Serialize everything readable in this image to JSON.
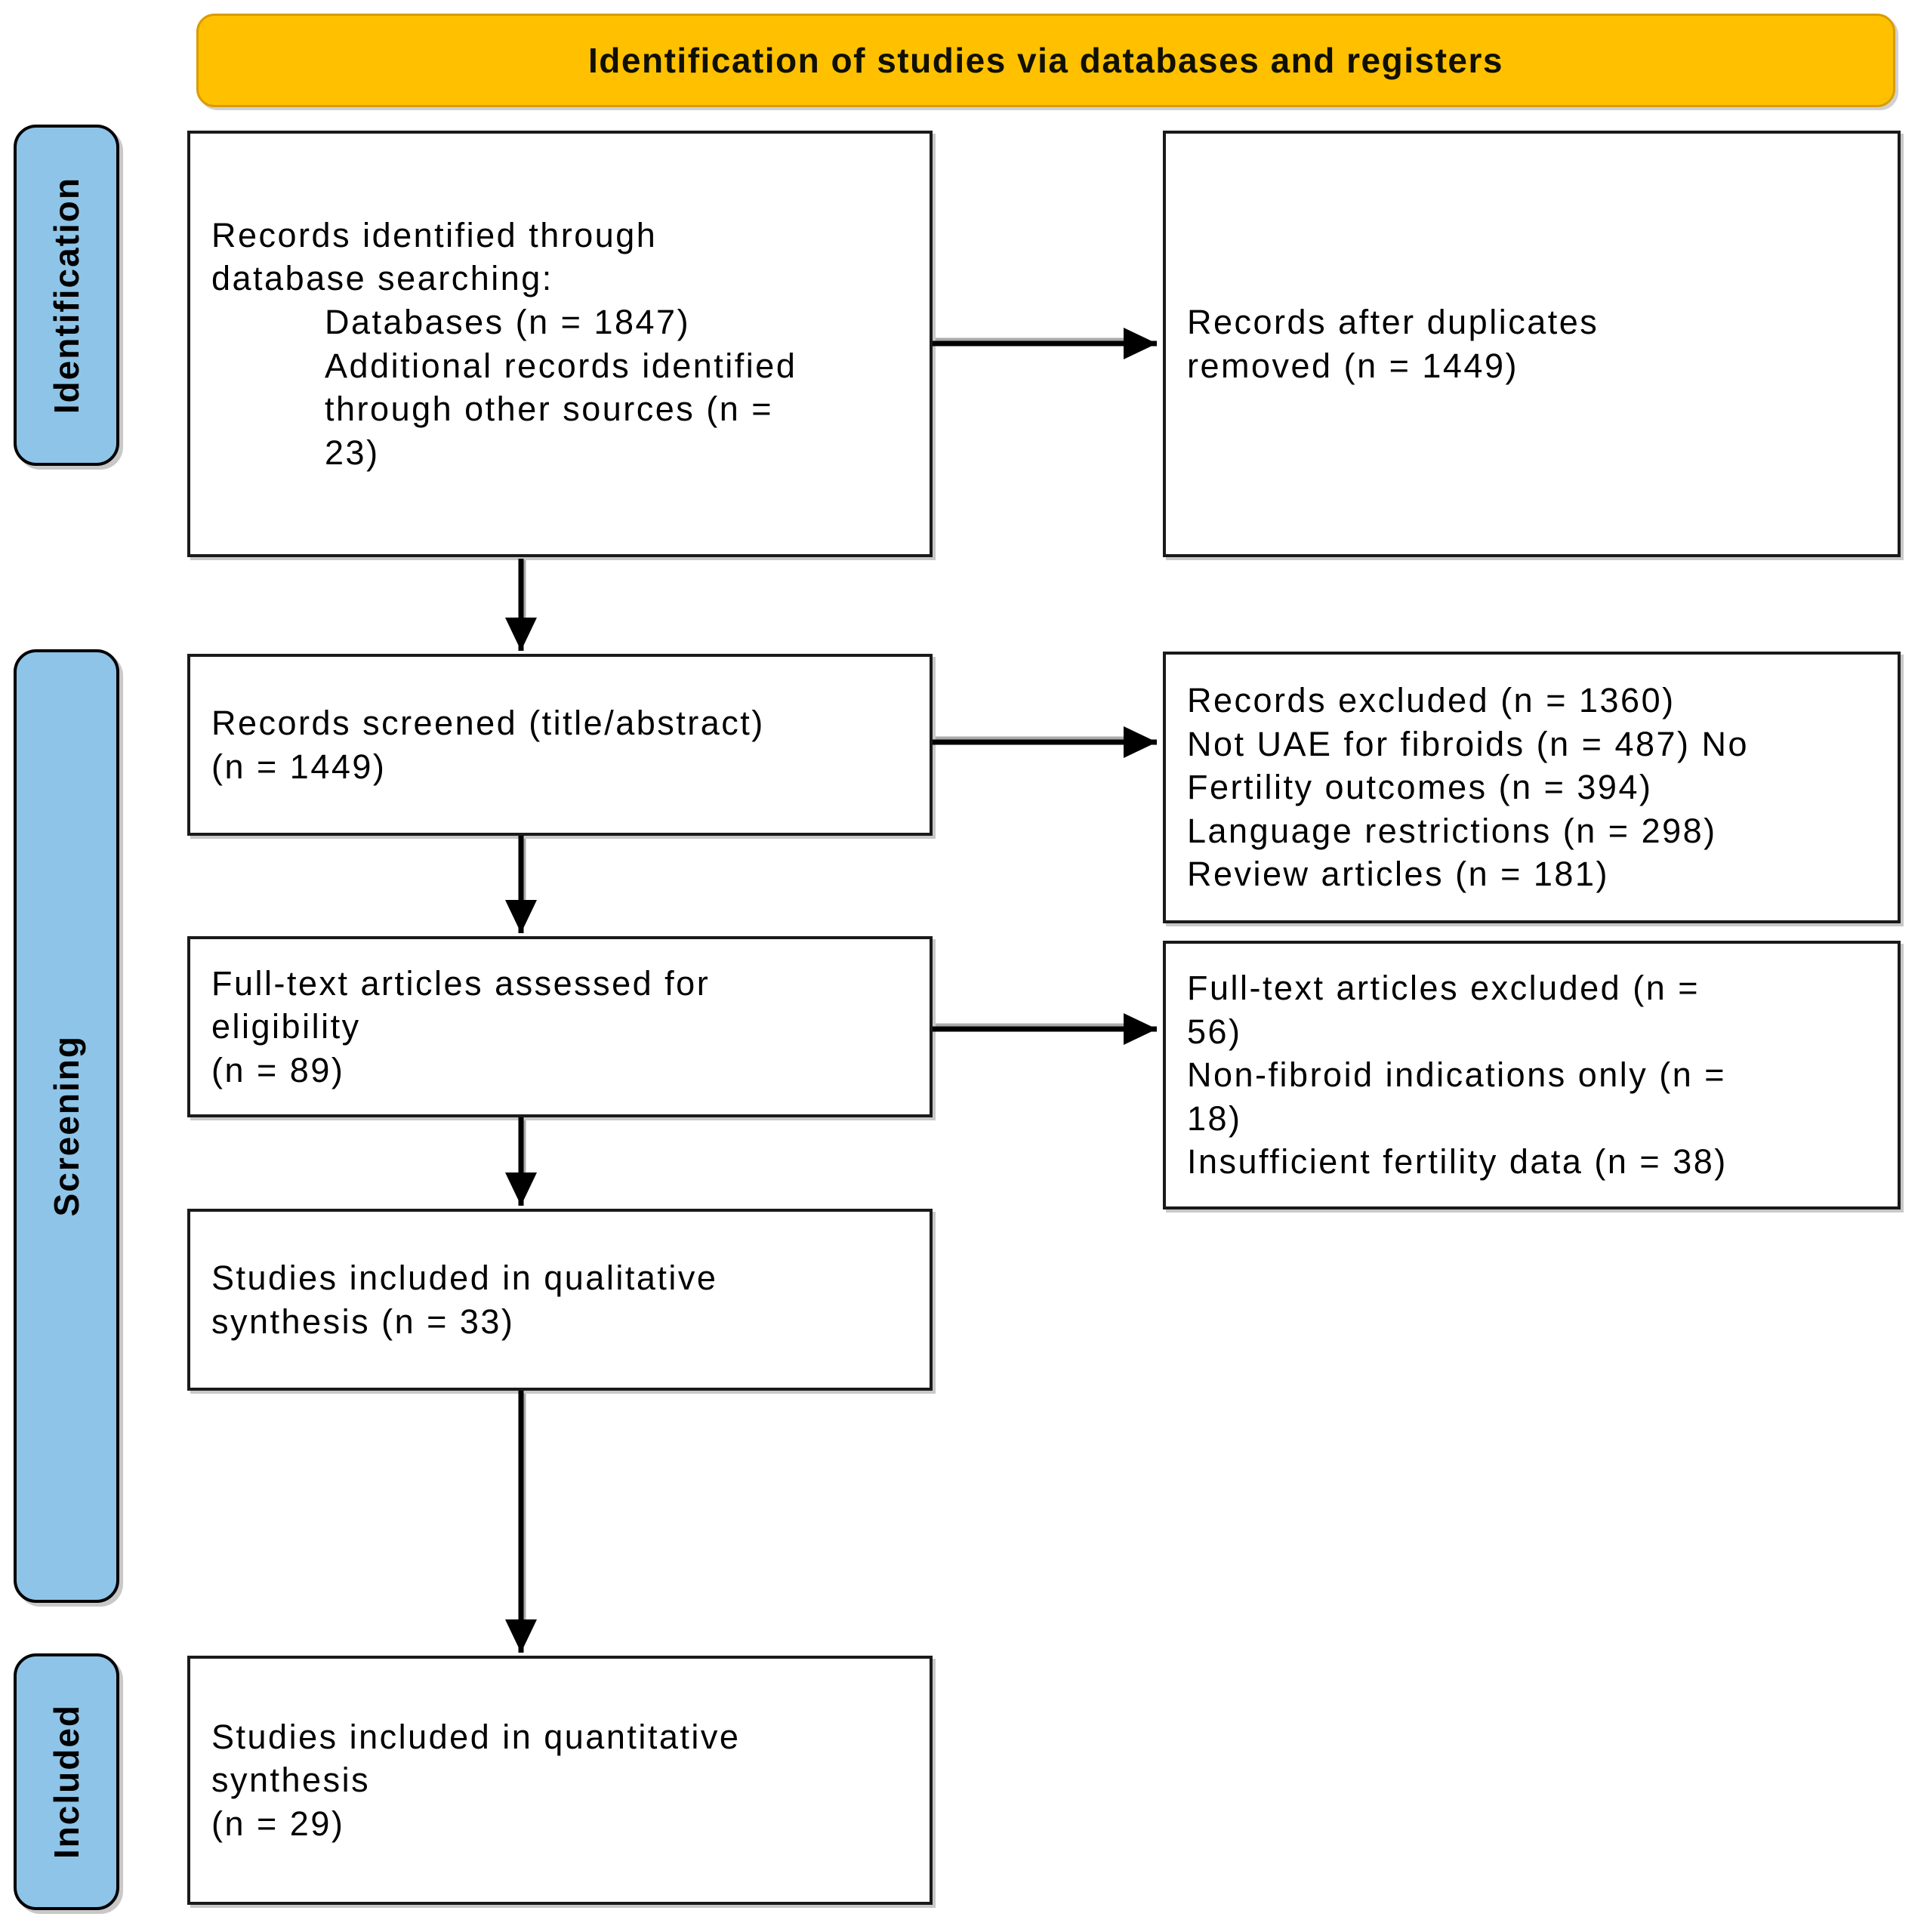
{
  "header": {
    "title": "Identification of studies via databases and registers"
  },
  "stages": {
    "identification": {
      "label": "Identification"
    },
    "screening": {
      "label": "Screening"
    },
    "included": {
      "label": "Included"
    }
  },
  "boxes": {
    "identified": {
      "text": "Records identified through\ndatabase searching:\n          Databases (n = 1847)\n          Additional records identified\n          through other sources (n =\n          23)"
    },
    "duplicates": {
      "text": "Records after duplicates\nremoved (n = 1449)"
    },
    "screened": {
      "text": "Records screened (title/abstract)\n(n = 1449)"
    },
    "records_excluded": {
      "text": "Records excluded (n = 1360)\nNot UAE for fibroids (n = 487) No\nFertility outcomes (n = 394)\nLanguage restrictions (n = 298)\nReview articles (n = 181)"
    },
    "fulltext": {
      "text": "Full-text articles assessed for\neligibility\n(n = 89)"
    },
    "fulltext_excluded": {
      "text": "Full-text articles excluded (n =\n56)\nNon-fibroid indications only (n =\n18)\nInsufficient fertility data (n = 38)"
    },
    "qualitative": {
      "text": "Studies included in qualitative\nsynthesis (n = 33)"
    },
    "quantitative": {
      "text": "Studies included in quantitative\nsynthesis\n(n = 29)"
    }
  },
  "counts": {
    "databases": 1847,
    "other_sources": 23,
    "after_duplicates_removed": 1449,
    "records_screened": 1449,
    "records_excluded": 1360,
    "not_uae_for_fibroids": 487,
    "no_fertility_outcomes": 394,
    "language_restrictions": 298,
    "review_articles": 181,
    "fulltext_assessed": 89,
    "fulltext_excluded": 56,
    "non_fibroid_indications_only": 18,
    "insufficient_fertility_data": 38,
    "qualitative_synthesis": 33,
    "quantitative_synthesis": 29
  },
  "colors": {
    "header_bg": "#FFC000",
    "header_border": "#D99C00",
    "stage_bg": "#8EC4E8",
    "box_border": "#1A1A1A",
    "shadow": "#9A9A9A",
    "arrow": "#000000"
  }
}
